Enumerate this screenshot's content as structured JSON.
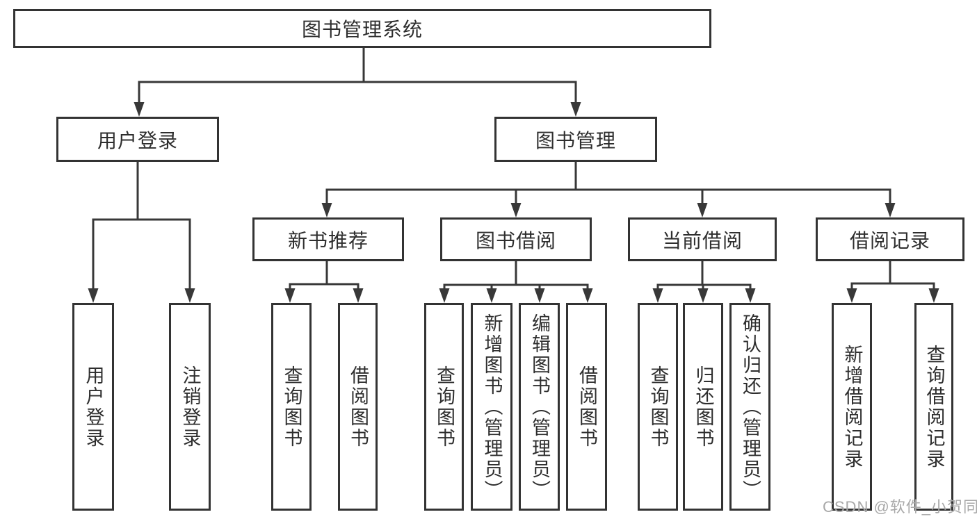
{
  "diagram": {
    "root": {
      "label": "图书管理系统"
    },
    "level2": [
      {
        "id": "user-login",
        "label": "用户登录"
      },
      {
        "id": "book-management",
        "label": "图书管理"
      }
    ],
    "level3": [
      {
        "id": "new-book-recommend",
        "parent": "图书管理",
        "label": "新书推荐"
      },
      {
        "id": "book-borrow",
        "parent": "图书管理",
        "label": "图书借阅"
      },
      {
        "id": "current-borrow",
        "parent": "图书管理",
        "label": "当前借阅"
      },
      {
        "id": "borrow-records",
        "parent": "图书管理",
        "label": "借阅记录"
      }
    ],
    "leaves": [
      {
        "parent": "用户登录",
        "label": "用户登录"
      },
      {
        "parent": "用户登录",
        "label": "注销登录"
      },
      {
        "parent": "新书推荐",
        "label": "查询图书"
      },
      {
        "parent": "新书推荐",
        "label": "借阅图书"
      },
      {
        "parent": "图书借阅",
        "label": "查询图书"
      },
      {
        "parent": "图书借阅",
        "label": "新增图书（管理员）"
      },
      {
        "parent": "图书借阅",
        "label": "编辑图书（管理员）"
      },
      {
        "parent": "图书借阅",
        "label": "借阅图书"
      },
      {
        "parent": "当前借阅",
        "label": "查询图书"
      },
      {
        "parent": "当前借阅",
        "label": "归还图书"
      },
      {
        "parent": "当前借阅",
        "label": "确认归还（管理员）"
      },
      {
        "parent": "借阅记录",
        "label": "新增借阅记录"
      },
      {
        "parent": "借阅记录",
        "label": "查询借阅记录"
      }
    ],
    "watermark": "CSDN @软件_小贺同学",
    "colors": {
      "line": "#383838",
      "box_border": "#333333",
      "text": "#2e2e2e",
      "watermark": "#a8a8a8",
      "background": "#ffffff"
    }
  }
}
